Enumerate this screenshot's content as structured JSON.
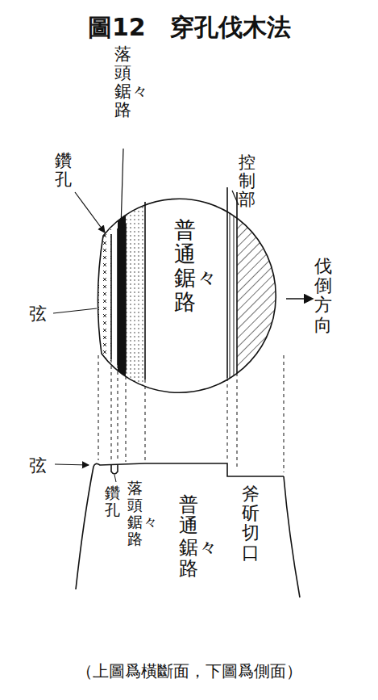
{
  "diagram": {
    "title": "圖12　穿孔伐木法",
    "caption": "（上圖爲橫斷面，下圖爲側面）",
    "labels": [
      "落頭鋸々路",
      "控制部",
      "鑽孔",
      "普通鋸々路",
      "伐倒方向",
      "弦",
      "弦",
      "鑽孔",
      "落頭鋸々路",
      "普通鋸々路",
      "斧斫切口"
    ]
  }
}
